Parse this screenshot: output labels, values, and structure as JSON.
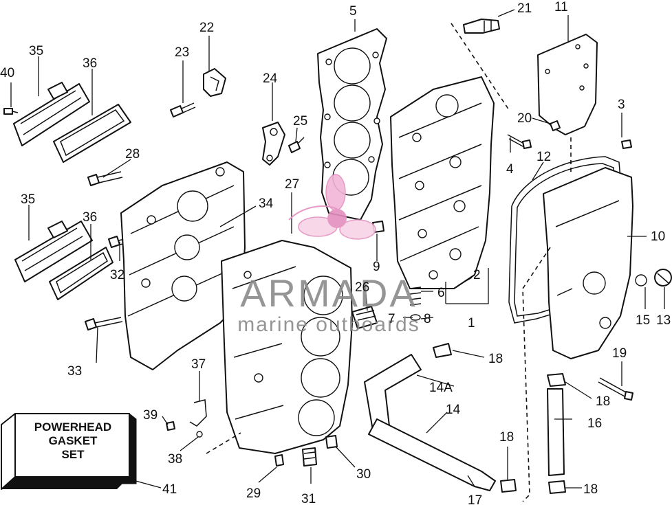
{
  "callouts": {
    "c1": "1",
    "c2": "2",
    "c3": "3",
    "c4": "4",
    "c5": "5",
    "c6": "6",
    "c7": "7",
    "c8": "8",
    "c9": "9",
    "c10": "10",
    "c11": "11",
    "c12": "12",
    "c13": "13",
    "c14": "14",
    "c14a": "14A",
    "c15": "15",
    "c16": "16",
    "c17": "17",
    "c18a": "18",
    "c18b": "18",
    "c18c": "18",
    "c18d": "18",
    "c19": "19",
    "c20": "20",
    "c21": "21",
    "c22": "22",
    "c23": "23",
    "c24": "24",
    "c25": "25",
    "c26": "26",
    "c27": "27",
    "c28": "28",
    "c29": "29",
    "c30": "30",
    "c31": "31",
    "c32": "32",
    "c33": "33",
    "c34": "34",
    "c35a": "35",
    "c35b": "35",
    "c36a": "36",
    "c36b": "36",
    "c37": "37",
    "c38": "38",
    "c39": "39",
    "c40": "40",
    "c41": "41"
  },
  "gasket_set": {
    "line1": "POWERHEAD",
    "line2": "GASKET",
    "line3": "SET"
  },
  "watermark": {
    "brand": "ARMADA",
    "tagline": "marine outboards",
    "accent_color": "#e58fc0"
  }
}
